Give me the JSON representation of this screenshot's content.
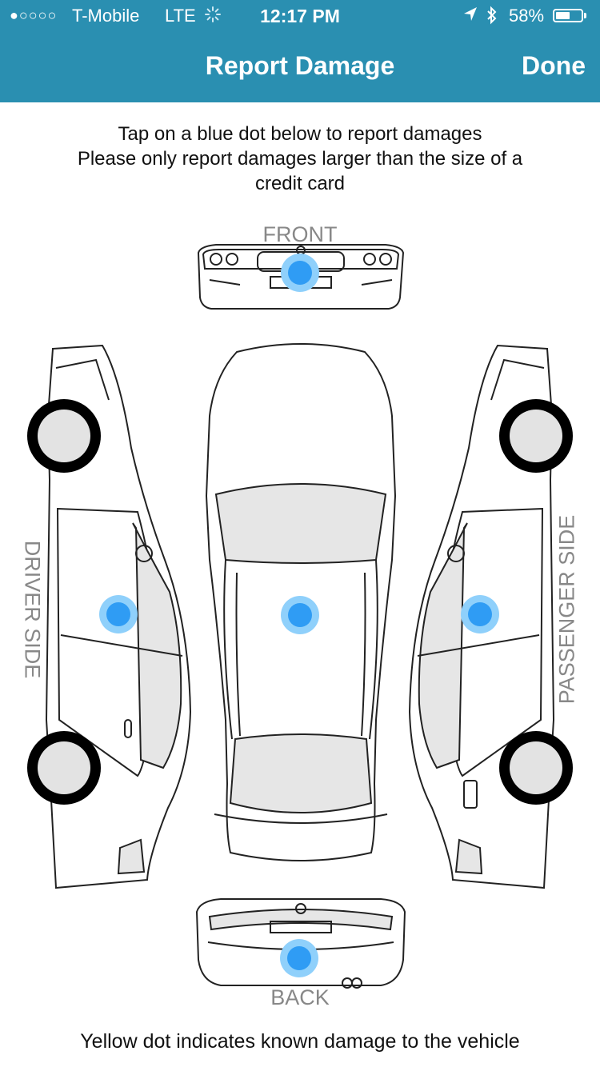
{
  "status_bar": {
    "signal": "●○○○○",
    "carrier": "T-Mobile",
    "network": "LTE",
    "time": "12:17 PM",
    "battery_percent": "58%",
    "battery_level": 0.58
  },
  "nav": {
    "title": "Report Damage",
    "done_label": "Done"
  },
  "instructions": {
    "line1": "Tap on a blue dot below to report damages",
    "line2": "Please only report damages larger than the size of a",
    "line3": "credit card"
  },
  "diagram": {
    "front_label": "FRONT",
    "back_label": "BACK",
    "driver_label": "DRIVER SIDE",
    "passenger_label": "PASSENGER SIDE",
    "dot_color": "#2f9cf4",
    "dot_halo_color": "#8fd0fb"
  },
  "footer_note": "Yellow dot indicates known damage to the vehicle"
}
